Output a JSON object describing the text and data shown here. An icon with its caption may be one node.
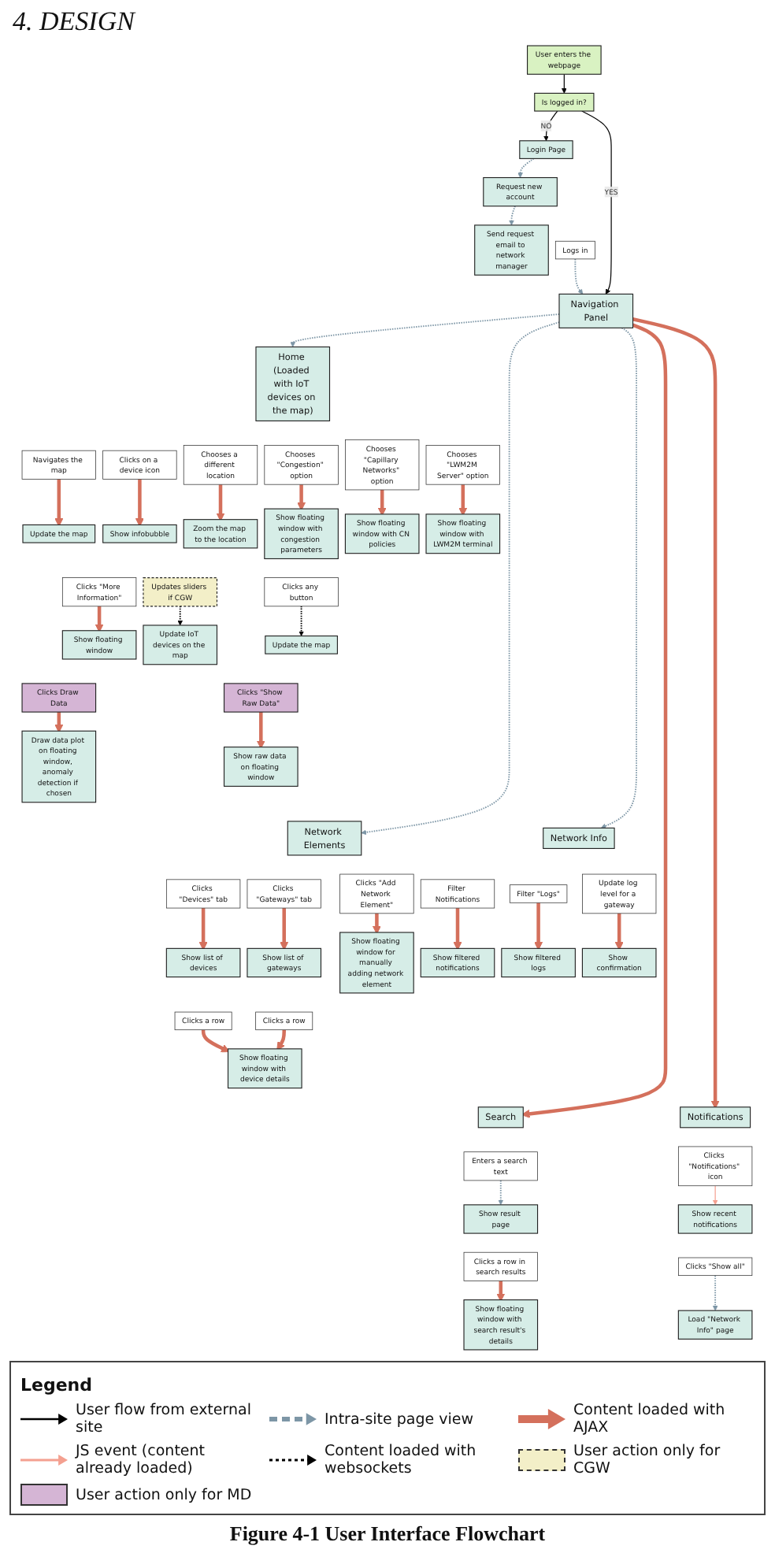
{
  "diagram": {
    "title": "4. DESIGN",
    "caption": "Figure 4-1 User Interface Flowchart",
    "nodes": [
      {
        "text": [
          "User enters the webpage"
        ]
      },
      {
        "text": [
          "Request new account"
        ]
      },
      {
        "text": [
          "Send request email to network manager"
        ]
      },
      {
        "text": [
          "Is logged in?"
        ]
      },
      {
        "text": [
          "Login Page"
        ]
      },
      {
        "text": [
          "Logs in"
        ]
      },
      {
        "text": [
          "Navigation Panel"
        ]
      },
      {
        "text": [
          "Home (Loaded with IoT devices on the map)"
        ]
      },
      {
        "text": [
          "Navigates the map"
        ]
      },
      {
        "text": [
          "Clicks on a device icon"
        ]
      },
      {
        "text": [
          "Chooses a different location"
        ]
      },
      {
        "text": [
          "Chooses \"Congestion\" option"
        ]
      },
      {
        "text": [
          "Chooses \"Capillary Networks\" option"
        ]
      },
      {
        "text": [
          "Chooses \"LWM2M Server\" option"
        ]
      },
      {
        "text": [
          "Update the map"
        ]
      },
      {
        "text": [
          "Show infobubble"
        ]
      },
      {
        "text": [
          "Zoom the map to the location"
        ]
      },
      {
        "text": [
          "Show floating window with congestion parameters"
        ]
      },
      {
        "text": [
          "Show floating window with CN policies"
        ]
      },
      {
        "text": [
          "Show floating window with LWM2M terminal"
        ]
      },
      {
        "text": [
          "Clicks \"More Information\""
        ]
      },
      {
        "text": [
          "Updates sliders if CGW"
        ]
      },
      {
        "text": [
          "Clicks any button"
        ]
      },
      {
        "text": [
          "Show floating window"
        ]
      },
      {
        "text": [
          "Update IoT devices on the map"
        ]
      },
      {
        "text": [
          "Update the map"
        ]
      },
      {
        "text": [
          "Clicks Draw Data"
        ]
      },
      {
        "text": [
          "Clicks \"Show Raw Data\""
        ]
      },
      {
        "text": [
          "Draw data plot on floating window, anomaly detection if chosen"
        ]
      },
      {
        "text": [
          "Show raw data on floating window"
        ]
      },
      {
        "text": [
          "Network Elements"
        ]
      },
      {
        "text": [
          "Clicks \"Devices\" tab"
        ]
      },
      {
        "text": [
          "Clicks \"Gateways\" tab"
        ]
      },
      {
        "text": [
          "Clicks \"Add Network Element\""
        ]
      },
      {
        "text": [
          "Show list of devices"
        ]
      },
      {
        "text": [
          "Show list of gateways"
        ]
      },
      {
        "text": [
          "Show floating window for manually adding network element"
        ]
      },
      {
        "text": [
          "Clicks a row"
        ]
      },
      {
        "text": [
          "Clicks a row"
        ]
      },
      {
        "text": [
          "Show floating window with device details"
        ]
      },
      {
        "text": [
          "Network Info"
        ]
      },
      {
        "text": [
          "Filter Notifications"
        ]
      },
      {
        "text": [
          "Filter \"Logs\""
        ]
      },
      {
        "text": [
          "Update log level for a gateway"
        ]
      },
      {
        "text": [
          "Show filtered notifications"
        ]
      },
      {
        "text": [
          "Show filtered logs"
        ]
      },
      {
        "text": [
          "Show confirmation"
        ]
      },
      {
        "text": [
          "Search"
        ]
      },
      {
        "text": [
          "Enters a search text"
        ]
      },
      {
        "text": [
          "Show result page"
        ]
      },
      {
        "text": [
          "Clicks a row in search results"
        ]
      },
      {
        "text": [
          "Show floating window with search result's details"
        ]
      },
      {
        "text": [
          "Notifications"
        ]
      },
      {
        "text": [
          "Clicks \"Notifications\" icon"
        ]
      },
      {
        "text": [
          "Show recent notifications"
        ]
      },
      {
        "text": [
          "Clicks \"Show all\""
        ]
      },
      {
        "text": [
          "Load \"Network Info\" page"
        ]
      }
    ],
    "edges": [
      {
        "from": 0,
        "to": 3,
        "arrow": "to",
        "color": "#000000"
      },
      {
        "from": 3,
        "to": 4,
        "arrow": "to",
        "label": "NO",
        "color": "#000000"
      },
      {
        "from": 3,
        "to": 6,
        "arrow": "to",
        "label": "YES",
        "color": "#000000"
      },
      {
        "from": 4,
        "to": 1,
        "arrow": "to",
        "style": "dashed",
        "color": "#7d96a6"
      },
      {
        "from": 1,
        "to": 2,
        "arrow": "to",
        "style": "dashed",
        "color": "#7d96a6"
      },
      {
        "from": 5,
        "to": 6,
        "arrow": "to",
        "style": "dashed",
        "color": "#7d96a6"
      },
      {
        "from": 6,
        "to": 7,
        "arrow": "to",
        "style": "dashed",
        "color": "#7d96a6"
      },
      {
        "from": 8,
        "to": 14,
        "arrow": "to"
      },
      {
        "from": 9,
        "to": 15,
        "arrow": "to"
      },
      {
        "from": 10,
        "to": 16,
        "arrow": "to"
      },
      {
        "from": 11,
        "to": 17,
        "arrow": "to"
      },
      {
        "from": 12,
        "to": 18,
        "arrow": "to"
      },
      {
        "from": 13,
        "to": 19,
        "arrow": "to"
      },
      {
        "from": 20,
        "to": 23,
        "arrow": "to"
      },
      {
        "from": 21,
        "to": 24,
        "arrow": "to",
        "style": "dashed",
        "color": "#000000"
      },
      {
        "from": 22,
        "to": 25,
        "arrow": "to",
        "style": "dashed",
        "color": "#000000"
      },
      {
        "from": 26,
        "to": 28,
        "arrow": "to"
      },
      {
        "from": 27,
        "to": 29,
        "arrow": "to"
      },
      {
        "from": 6,
        "to": 30,
        "arrow": "to",
        "style": "dashed",
        "color": "#7d96a6"
      },
      {
        "from": 31,
        "to": 34,
        "arrow": "to"
      },
      {
        "from": 32,
        "to": 35,
        "arrow": "to"
      },
      {
        "from": 33,
        "to": 36,
        "arrow": "to"
      },
      {
        "from": 37,
        "to": 39,
        "arrow": "to"
      },
      {
        "from": 38,
        "to": 39,
        "arrow": "to"
      },
      {
        "from": 6,
        "to": 40,
        "arrow": "to",
        "style": "dashed",
        "color": "#7d96a6"
      },
      {
        "from": 41,
        "to": 44,
        "arrow": "to"
      },
      {
        "from": 42,
        "to": 45,
        "arrow": "to"
      },
      {
        "from": 43,
        "to": 46,
        "arrow": "to"
      },
      {
        "from": 6,
        "to": 47,
        "arrow": "to"
      },
      {
        "from": 48,
        "to": 49,
        "arrow": "to",
        "style": "dashed",
        "color": "#7d96a6"
      },
      {
        "from": 50,
        "to": 51,
        "arrow": "to"
      },
      {
        "from": 6,
        "to": 52,
        "arrow": "to"
      },
      {
        "from": 53,
        "to": 54,
        "arrow": "to",
        "color": "#f4a090"
      },
      {
        "from": 55,
        "to": 56,
        "arrow": "to",
        "style": "dashed",
        "color": "#7d96a6"
      }
    ],
    "labels": [
      "Legend"
    ],
    "legend": [
      {
        "text": "User flow from external site"
      },
      {
        "text": "Intra-site page view"
      },
      {
        "text": "Content loaded with AJAX"
      },
      {
        "text": "JS event (content already loaded)"
      },
      {
        "text": "Content loaded with websockets"
      },
      {
        "text": "User action only for CGW",
        "color": "#f3efc8"
      },
      {
        "text": "User action only for MD",
        "color": "#d5b5d5"
      }
    ]
  }
}
